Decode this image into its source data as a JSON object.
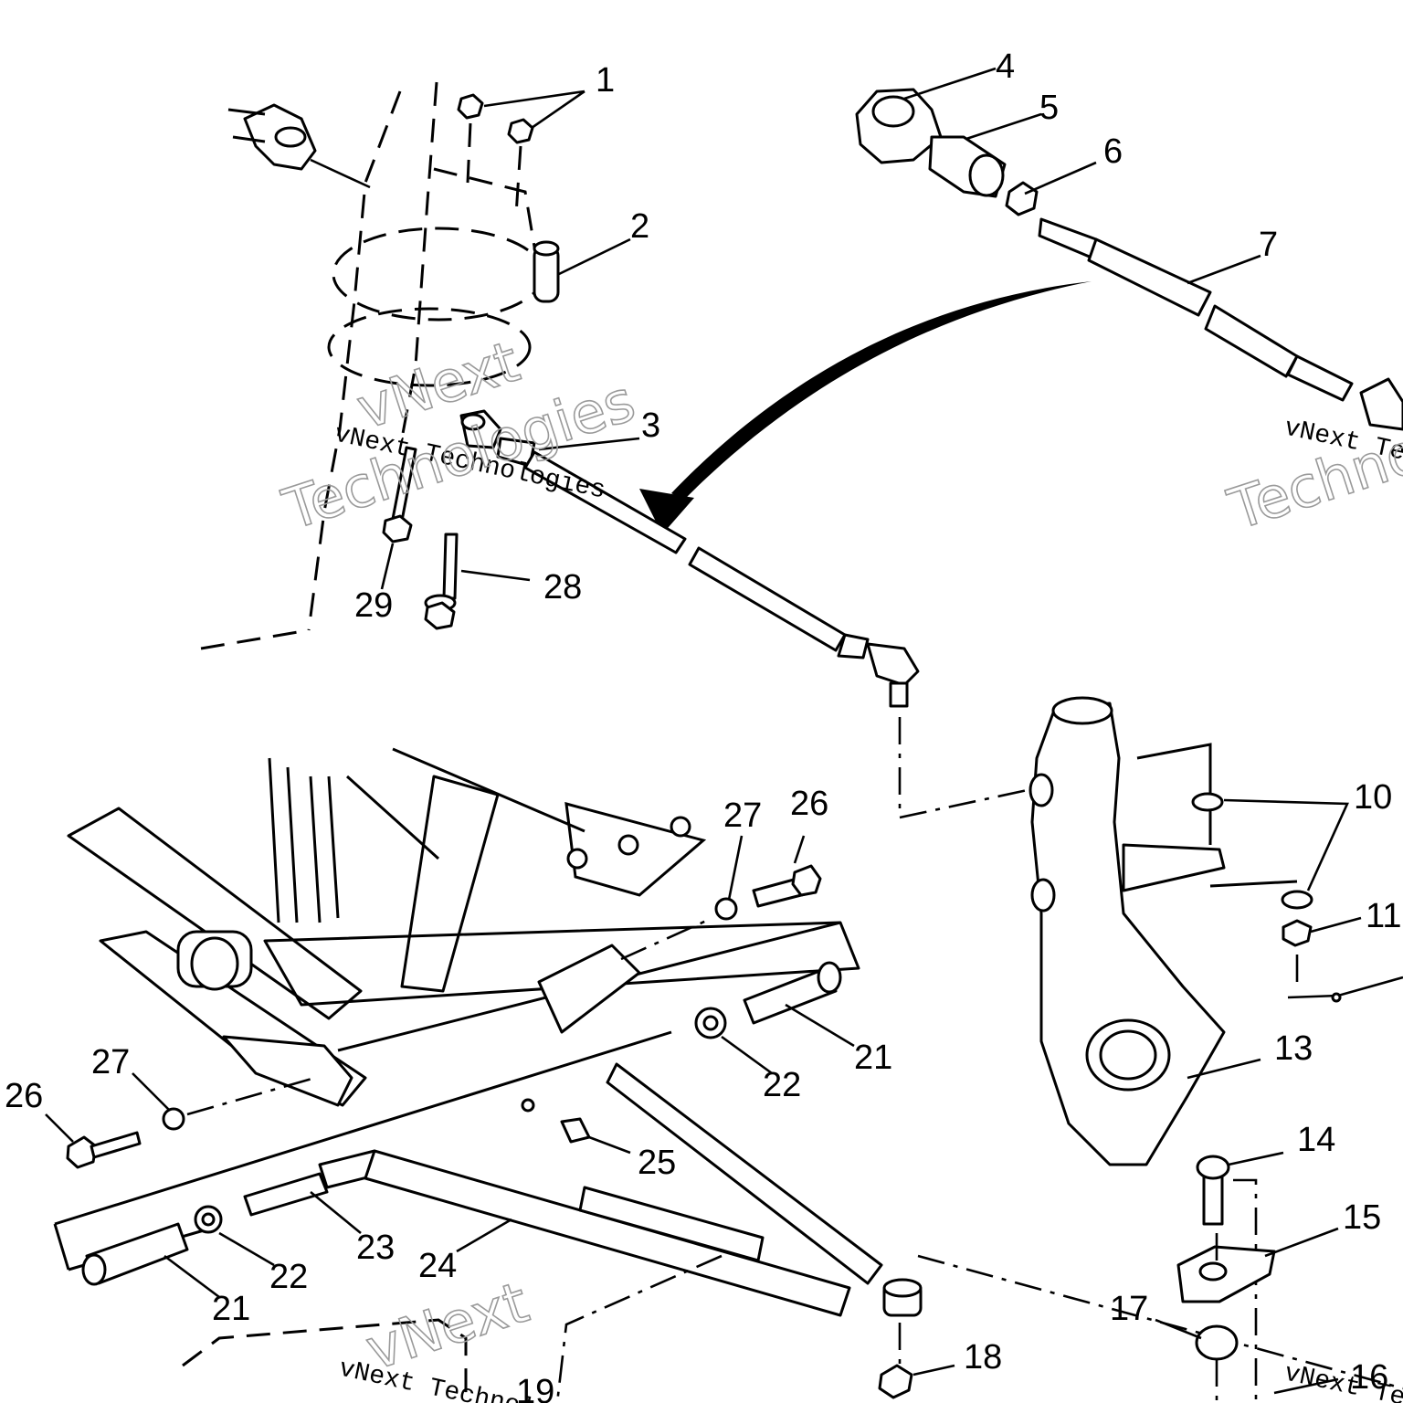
{
  "callouts": {
    "c1": "1",
    "c2": "2",
    "c3": "3",
    "c4": "4",
    "c5": "5",
    "c6": "6",
    "c7": "7",
    "c10": "10",
    "c11": "11",
    "c13": "13",
    "c14": "14",
    "c15": "15",
    "c16": "16",
    "c17": "17",
    "c18": "18",
    "c19": "19",
    "c21a": "21",
    "c21b": "21",
    "c22a": "22",
    "c22b": "22",
    "c23": "23",
    "c24": "24",
    "c25": "25",
    "c26a": "26",
    "c26b": "26",
    "c27a": "27",
    "c27b": "27",
    "c28": "28",
    "c29": "29"
  },
  "watermark": {
    "line1": "vNext Technologies",
    "big1": "vNext",
    "big2": "Technologies"
  }
}
